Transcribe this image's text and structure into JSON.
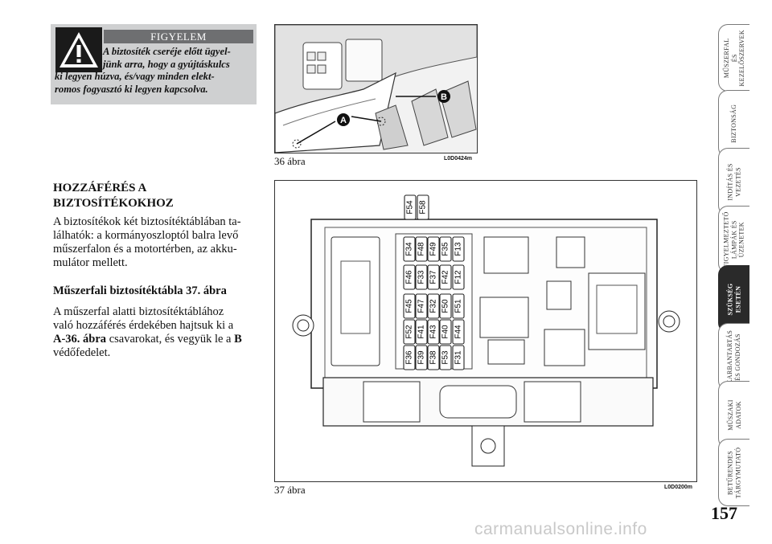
{
  "warning": {
    "heading": "FIGYELEM",
    "lines": [
      "A biztosíték cseréje előtt ügyel-",
      "jünk arra, hogy a gyújtáskulcs",
      "ki legyen húzva, és/vagy minden elekt-",
      "romos fogyasztó ki legyen kapcsolva."
    ]
  },
  "figure36": {
    "caption": "36 ábra",
    "code": "L0D0424m",
    "labels": {
      "a": "A",
      "b": "B"
    }
  },
  "section": {
    "title_line1": "HOZZÁFÉRÉS A",
    "title_line2": "BIZTOSÍTÉKOKHOZ",
    "para1": [
      "A biztosítékok két biztosítéktáblában ta-",
      "lálhatók: a kormányoszloptól balra levő",
      "műszerfalon és a motortérben, az akku-",
      "mulátor mellett."
    ],
    "subheading": "Műszerfali biztosítéktábla 37. ábra",
    "para2": {
      "line1": "A műszerfal alatti biztosítéktáblához",
      "line2": "való hozzáférés érdekében hajtsuk ki a",
      "line3_bold": "A-36. ábra",
      "line3_rest": " csavarokat, és vegyük le a ",
      "line3_bold2": "B",
      "line4": "védőfedelet."
    }
  },
  "figure37": {
    "caption": "37 ábra",
    "code": "L0D0200m",
    "top_fuses": [
      "F54",
      "F58"
    ],
    "fuse_columns": [
      [
        "F34",
        "F46",
        "F45",
        "F52",
        "F36"
      ],
      [
        "F48",
        "F33",
        "F47",
        "F41",
        "F39"
      ],
      [
        "F49",
        "F37",
        "F32",
        "F43",
        "F38"
      ],
      [
        "F35",
        "F42",
        "F50",
        "F40",
        "F53"
      ],
      [
        "F13",
        "F12",
        "F51",
        "F44",
        "F31"
      ]
    ]
  },
  "tabs": [
    {
      "lines": [
        "MŰSZERFAL",
        "ÉS",
        "KEZELŐSZERVEK"
      ],
      "active": false
    },
    {
      "lines": [
        "BIZTONSÁG"
      ],
      "active": false
    },
    {
      "lines": [
        "INDÍTÁS ÉS",
        "VEZETÉS"
      ],
      "active": false
    },
    {
      "lines": [
        "FIGYELMEZTETŐ",
        "LÁMPÁK ÉS",
        "ÜZENETEK"
      ],
      "active": false
    },
    {
      "lines": [
        "SZÜKSÉG",
        "ESETÉN"
      ],
      "active": true
    },
    {
      "lines": [
        "KARBANTARTÁS",
        "ÉS GONDOZÁS"
      ],
      "active": false
    },
    {
      "lines": [
        "MŰSZAKI",
        "ADATOK"
      ],
      "active": false
    },
    {
      "lines": [
        "BETŰRENDES",
        "TÁRGYMUTATÓ"
      ],
      "active": false
    }
  ],
  "page_number": "157",
  "watermark": "carmanualsonline.info"
}
